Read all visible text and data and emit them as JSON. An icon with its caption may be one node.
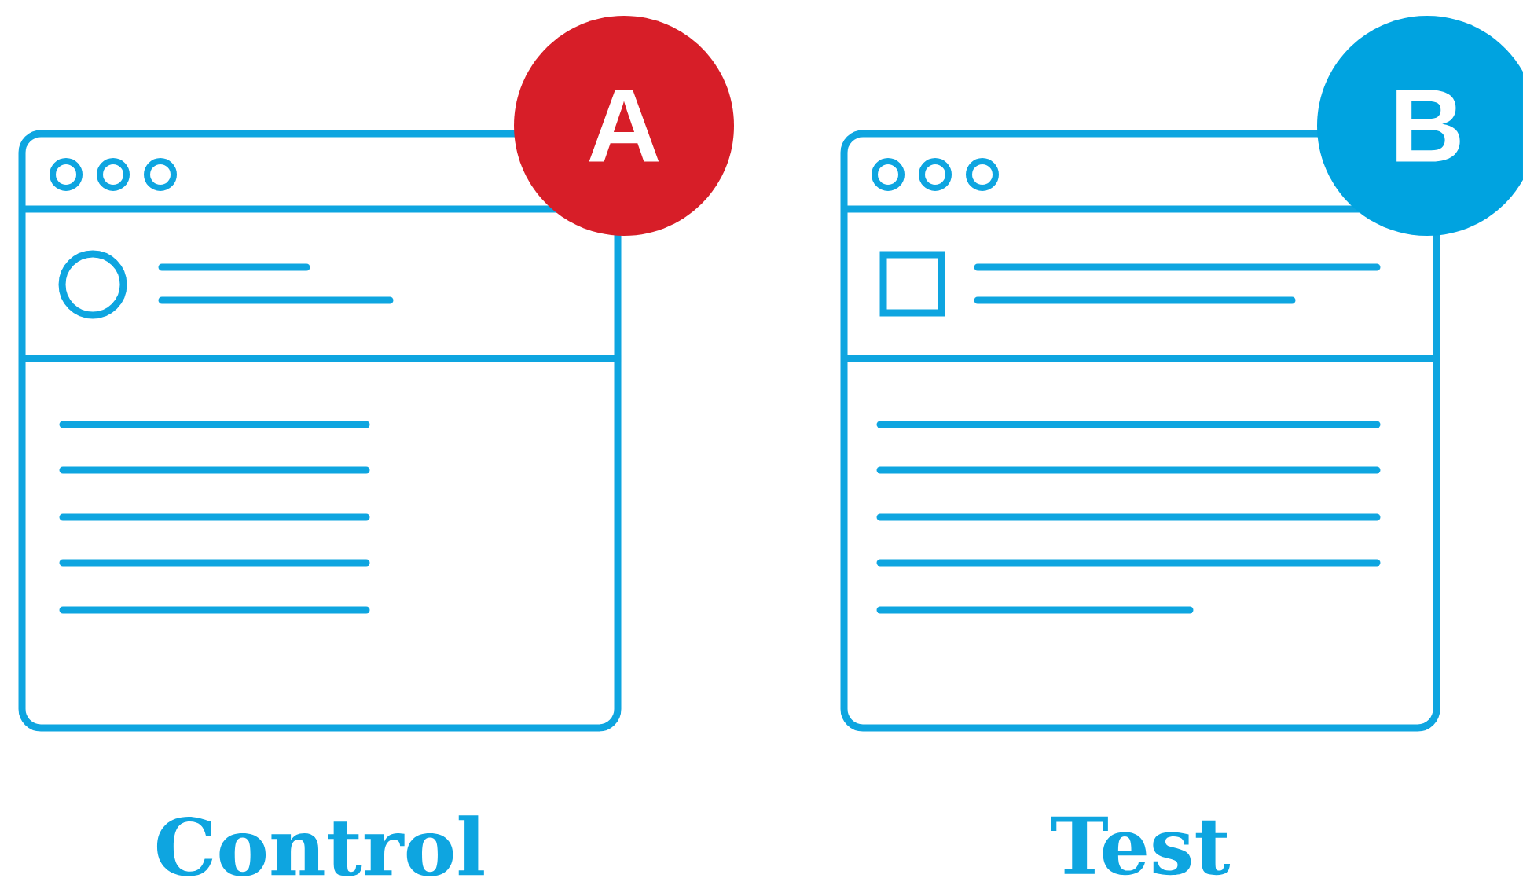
{
  "diagram": {
    "nodes": [
      {
        "text": [
          "Control"
        ]
      },
      {
        "text": [
          "A"
        ]
      },
      {
        "text": [
          "Test"
        ]
      },
      {
        "text": [
          "B"
        ]
      }
    ]
  }
}
